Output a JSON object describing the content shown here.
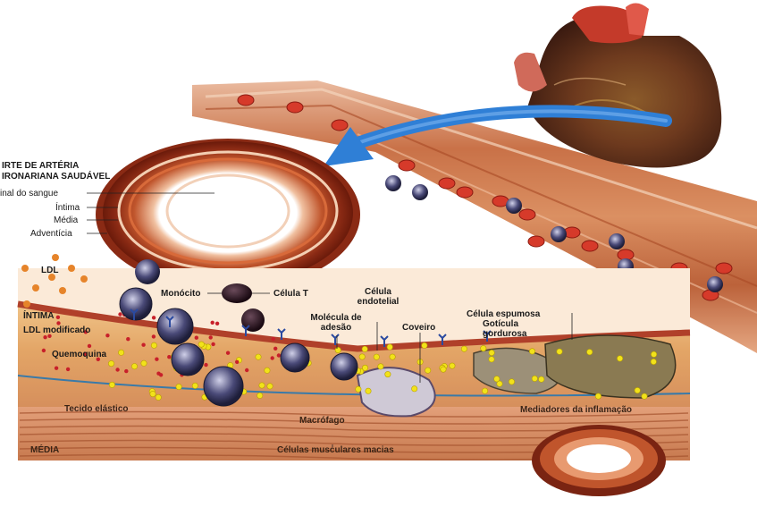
{
  "section_title": {
    "line1": "IRTE DE ARTÉRIA",
    "line2": "IRONARIANA SAUDÁVEL"
  },
  "layers": {
    "lumen": "inal do sangue",
    "intima": "Íntima",
    "media": "Média",
    "adventitia": "Adventícia"
  },
  "labels": {
    "ldl": "LDL",
    "monocyte": "Monócito",
    "t_cell": "Célula T",
    "intima": "ÍNTIMA",
    "modified_ldl": "LDL modificado",
    "chemokine": "Quemoquina",
    "endothelial_cell": "Célula\nendotelial",
    "adhesion_molecule": "Molécula de\nadesão",
    "scavenger": "Coveiro",
    "foam_cell": "Célula espumosa",
    "fat_droplet": "Gotícula\ngordurosa",
    "elastic_tissue": "Tecido elástico",
    "macrophage": "Macrófago",
    "inflammation_mediators": "Mediadores da inflamação",
    "media": "MÉDIA",
    "smooth_muscle": "Células musculares macias"
  },
  "colors": {
    "artery_wall": "#c8653a",
    "blood_cell": "#d63a2a",
    "lipid": "#f2e21a",
    "arrow": "#2f7fd6",
    "muscle": "#d28a5a"
  }
}
